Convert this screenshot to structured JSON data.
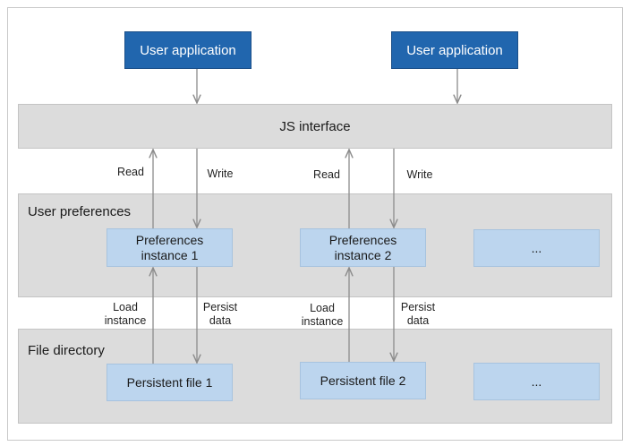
{
  "apps": [
    {
      "label": "User application"
    },
    {
      "label": "User application"
    }
  ],
  "js_interface": {
    "label": "JS interface"
  },
  "user_preferences": {
    "title": "User preferences",
    "instances": [
      {
        "label": "Preferences\ninstance 1"
      },
      {
        "label": "Preferences\ninstance 2"
      },
      {
        "label": "..."
      }
    ]
  },
  "file_directory": {
    "title": "File directory",
    "files": [
      {
        "label": "Persistent file 1"
      },
      {
        "label": "Persistent file 2"
      },
      {
        "label": "..."
      }
    ]
  },
  "edge_labels": {
    "read": "Read",
    "write": "Write",
    "load_instance": "Load\ninstance",
    "persist_data": "Persist\ndata"
  },
  "colors": {
    "app_fill": "#2166ae",
    "band_fill": "#dcdcdc",
    "instance_fill": "#bcd5ee",
    "arrow": "#8c8c8c"
  }
}
